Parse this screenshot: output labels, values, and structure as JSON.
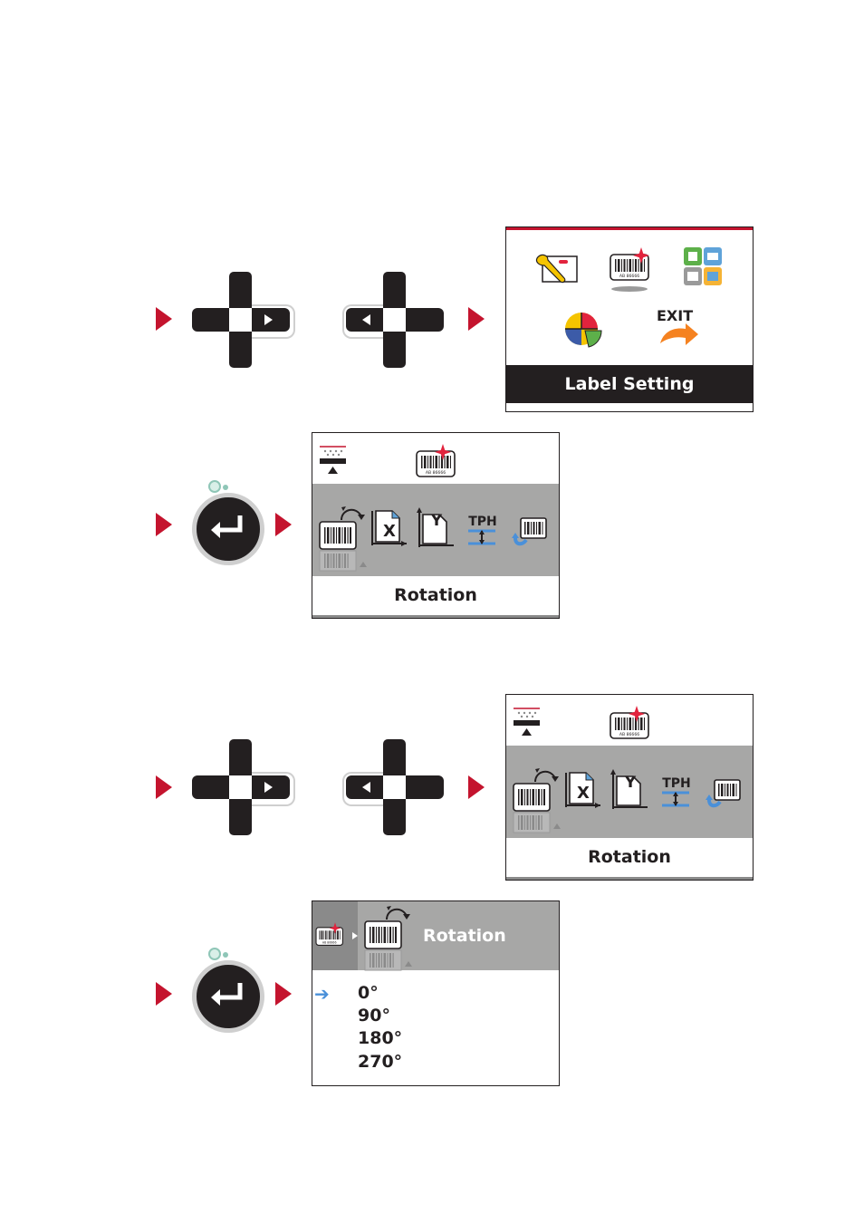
{
  "screen_main_menu": {
    "icons": [
      "wrench-setup-icon",
      "barcode-label-icon",
      "interface-icon",
      "pie-chart-icon",
      "exit-icon"
    ],
    "exit_text": "EXIT",
    "selected_label": "Label Setting",
    "accent_color": "#c4142e"
  },
  "screen_label_setting_1": {
    "icons": [
      "rotation-icon",
      "x-offset-icon",
      "y-offset-icon",
      "tph-icon",
      "mirror-icon"
    ],
    "x_text": "X",
    "y_text": "Y",
    "tph_text": "TPH",
    "selected_label": "Rotation"
  },
  "screen_label_setting_2": {
    "icons": [
      "rotation-icon",
      "x-offset-icon",
      "y-offset-icon",
      "tph-icon",
      "mirror-icon"
    ],
    "x_text": "X",
    "y_text": "Y",
    "tph_text": "TPH",
    "selected_label": "Rotation"
  },
  "screen_rotation": {
    "title": "Rotation",
    "cursor_symbol": "➔",
    "options": [
      "0°",
      "90°",
      "180°",
      "270°"
    ],
    "selected_index": 0
  },
  "barcode_caption": "AB 86666",
  "colors": {
    "arrow_red": "#c4142e",
    "band_gray": "#a7a7a6",
    "dark": "#231f20",
    "blue": "#4a90d9"
  }
}
